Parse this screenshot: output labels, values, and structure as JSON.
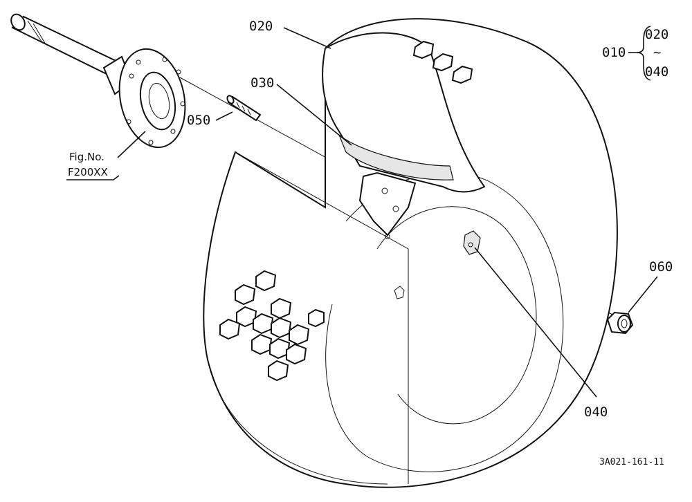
{
  "labels": {
    "p020": "020",
    "p030": "030",
    "p050": "050",
    "p060": "060",
    "p040": "040",
    "p010": "010",
    "range_top": "020",
    "range_tilde": "~",
    "range_bottom": "040",
    "fig_line1": "Fig.No.",
    "fig_line2": "F200XX",
    "drawing_code": "3A021-161-11"
  },
  "icons": [
    "axle-shaft-icon",
    "stud-bolt-icon",
    "tire-icon",
    "rim-icon",
    "valve-icon",
    "wheel-nut-icon"
  ]
}
